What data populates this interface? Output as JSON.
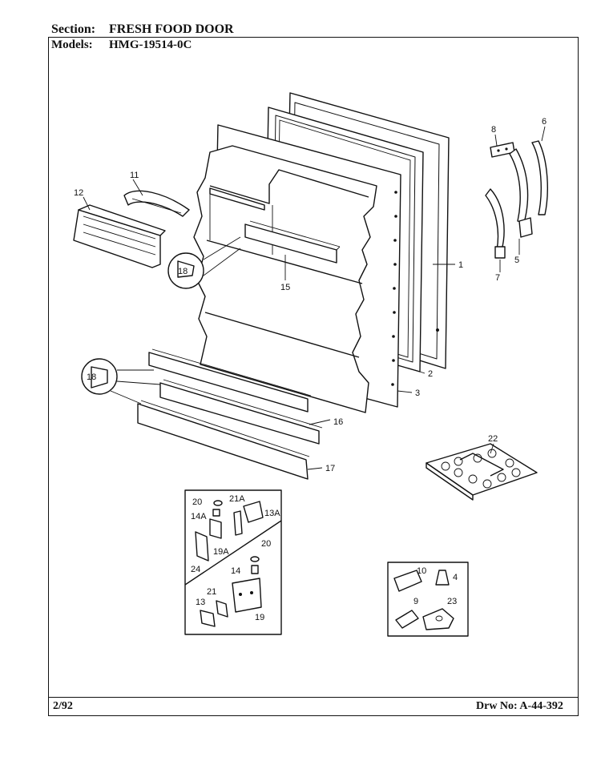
{
  "header": {
    "section_label": "Section:",
    "section_value": "FRESH FOOD DOOR",
    "models_label": "Models:",
    "models_value": "HMG-19514-0C"
  },
  "callouts": {
    "c1": "1",
    "c2": "2",
    "c3": "3",
    "c4": "4",
    "c5": "5",
    "c6": "6",
    "c7": "7",
    "c8": "8",
    "c9": "9",
    "c10": "10",
    "c11": "11",
    "c12": "12",
    "c13": "13",
    "c13a": "13A",
    "c14": "14",
    "c14a": "14A",
    "c15": "15",
    "c16": "16",
    "c17": "17",
    "c18a": "18",
    "c18b": "18",
    "c19": "19",
    "c19a": "19A",
    "c20a": "20",
    "c20b": "20",
    "c21": "21",
    "c21a": "21A",
    "c22": "22",
    "c23": "23",
    "c24": "24"
  },
  "footer": {
    "date": "2/92",
    "drawing_number": "Drw No: A-44-392"
  }
}
